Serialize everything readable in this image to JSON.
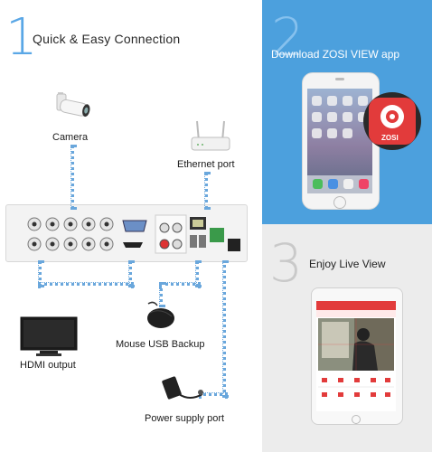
{
  "step1": {
    "number": "1",
    "title": "Quick & Easy Connection"
  },
  "step2": {
    "number": "2",
    "title": "Download ZOSI VIEW app",
    "app_label": "ZOSI"
  },
  "step3": {
    "number": "3",
    "title": "Enjoy Live View"
  },
  "labels": {
    "camera": "Camera",
    "ethernet": "Ethernet port",
    "hdmi": "HDMI output",
    "mouse": "Mouse USB Backup",
    "power": "Power supply port"
  },
  "colors": {
    "accent_blue": "#4ca0dd",
    "light_gray": "#ececec",
    "dvr_body": "#f3f3f3",
    "app_red": "#e23b3b"
  },
  "icons": [
    "camera-icon",
    "router-icon",
    "monitor-icon",
    "mouse-icon",
    "power-adapter-icon",
    "phone-icon",
    "tablet-icon"
  ]
}
